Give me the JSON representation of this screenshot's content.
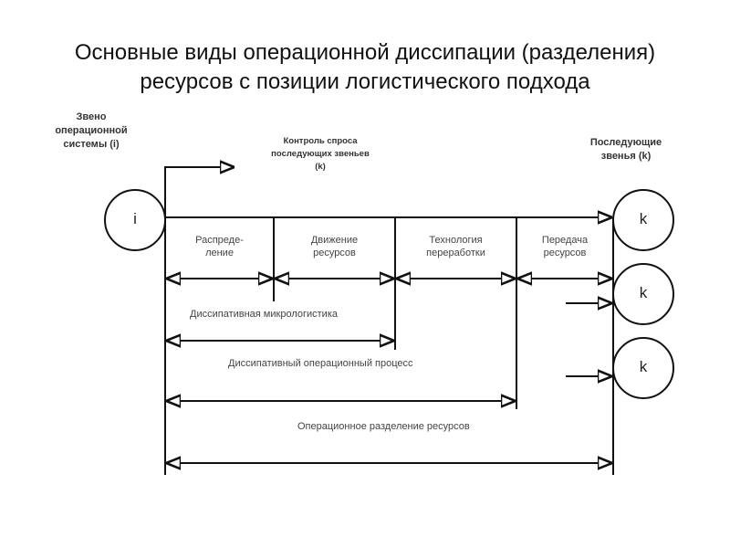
{
  "title": {
    "line1": "Основные виды операционной диссипации (разделения)",
    "line2": "ресурсов с позиции логистического подхода"
  },
  "labels": {
    "source_link": [
      "Звено",
      "операционной",
      "системы (i)"
    ],
    "demand_control": [
      "Контроль спроса",
      "последующих звеньев",
      "(k)"
    ],
    "next_links": [
      "Последующие",
      "звенья (k)"
    ]
  },
  "nodes": {
    "source": "i",
    "targets": [
      "k",
      "k",
      "k"
    ]
  },
  "stages": [
    {
      "line1": "Распреде-",
      "line2": "ление"
    },
    {
      "line1": "Движение",
      "line2": "ресурсов"
    },
    {
      "line1": "Технология",
      "line2": "переработки"
    },
    {
      "line1": "Передача",
      "line2": "ресурсов"
    }
  ],
  "spans": [
    "Диссипативная микрологистика",
    "Диссипативный операционный процесс",
    "Операционное разделение ресурсов"
  ]
}
